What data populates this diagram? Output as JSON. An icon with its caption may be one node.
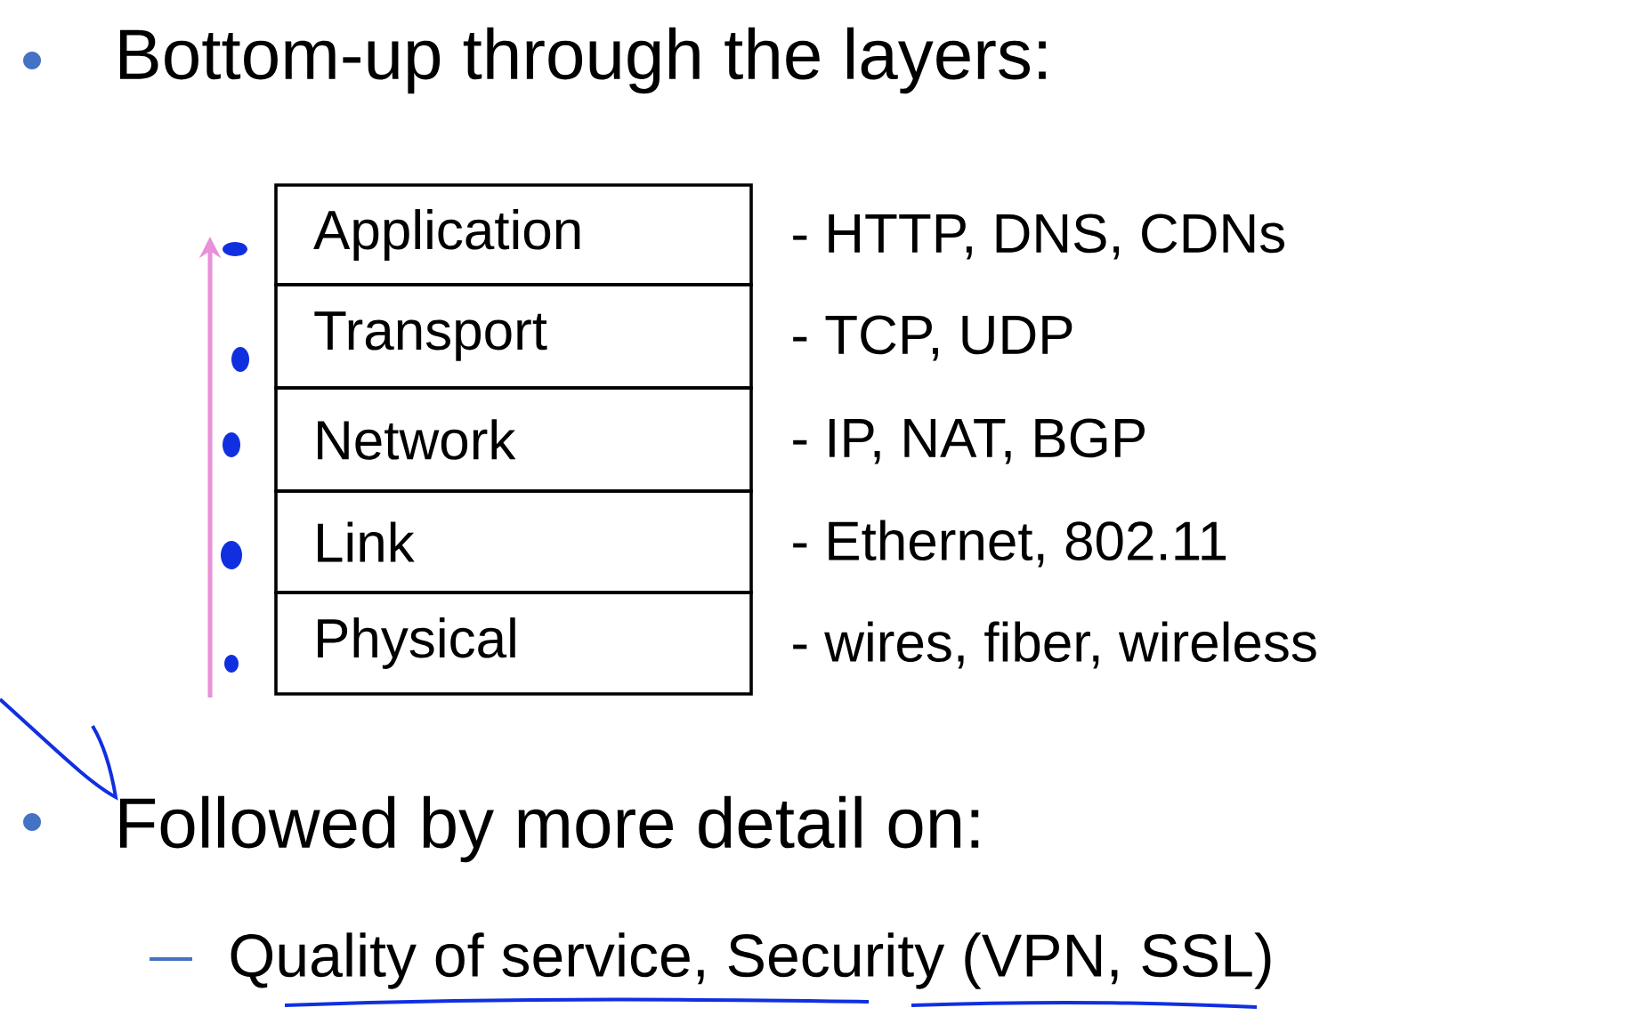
{
  "diagram": {
    "nodes": [
      {
        "text": [
          "Application"
        ],
        "beside": [
          "- HTTP, DNS, CDNs"
        ]
      },
      {
        "text": [
          "Transport"
        ],
        "beside": [
          "- TCP, UDP"
        ]
      },
      {
        "text": [
          "Network"
        ],
        "beside": [
          "- IP, NAT, BGP"
        ]
      },
      {
        "text": [
          "Link"
        ],
        "beside": [
          "- Ethernet, 802.11"
        ]
      },
      {
        "text": [
          "Physical"
        ],
        "beside": [
          "- wires, fiber, wireless"
        ]
      }
    ],
    "labels": [
      "Bottom-up through the layers:",
      "Followed by more detail on:",
      "Quality of service, Security (VPN, SSL)"
    ]
  }
}
